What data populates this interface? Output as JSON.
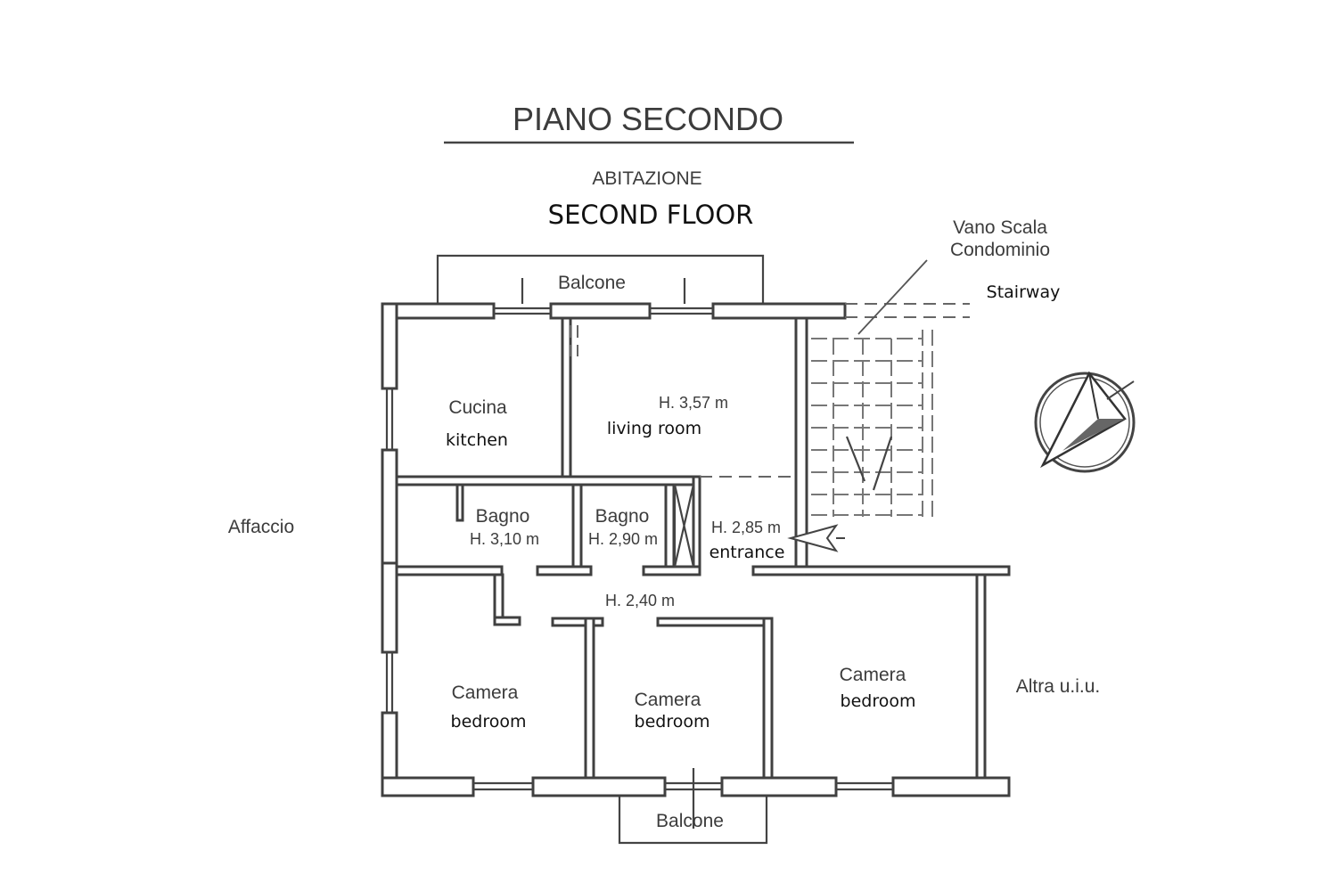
{
  "header": {
    "title": "PIANO SECONDO",
    "subtitle": "ABITAZIONE",
    "translation": "SECOND FLOOR"
  },
  "rooms": {
    "balcone_top": "Balcone",
    "balcone_bottom": "Balcone",
    "cucina": {
      "name": "Cucina",
      "translation": "kitchen"
    },
    "soggiorno": {
      "height": "H. 3,57 m",
      "translation": "living room"
    },
    "bagno_1": {
      "name": "Bagno",
      "height": "H. 3,10 m"
    },
    "bagno_2": {
      "name": "Bagno",
      "height": "H. 2,90 m"
    },
    "ingresso": {
      "height": "H. 2,85 m",
      "translation": "entrance"
    },
    "corridoio": {
      "height": "H. 2,40 m"
    },
    "camera_1": {
      "name": "Camera",
      "translation": "bedroom"
    },
    "camera_2": {
      "name": "Camera",
      "translation": "bedroom"
    },
    "camera_3": {
      "name": "Camera",
      "translation": "bedroom"
    }
  },
  "surroundings": {
    "stair_line1": "Vano Scala",
    "stair_line2": "Condominio",
    "stair_translation": "Stairway",
    "affaccio": "Affaccio",
    "altra": "Altra u.i.u."
  },
  "icons": {
    "compass": "north-arrow-icon",
    "entrance": "entrance-arrow-icon"
  }
}
